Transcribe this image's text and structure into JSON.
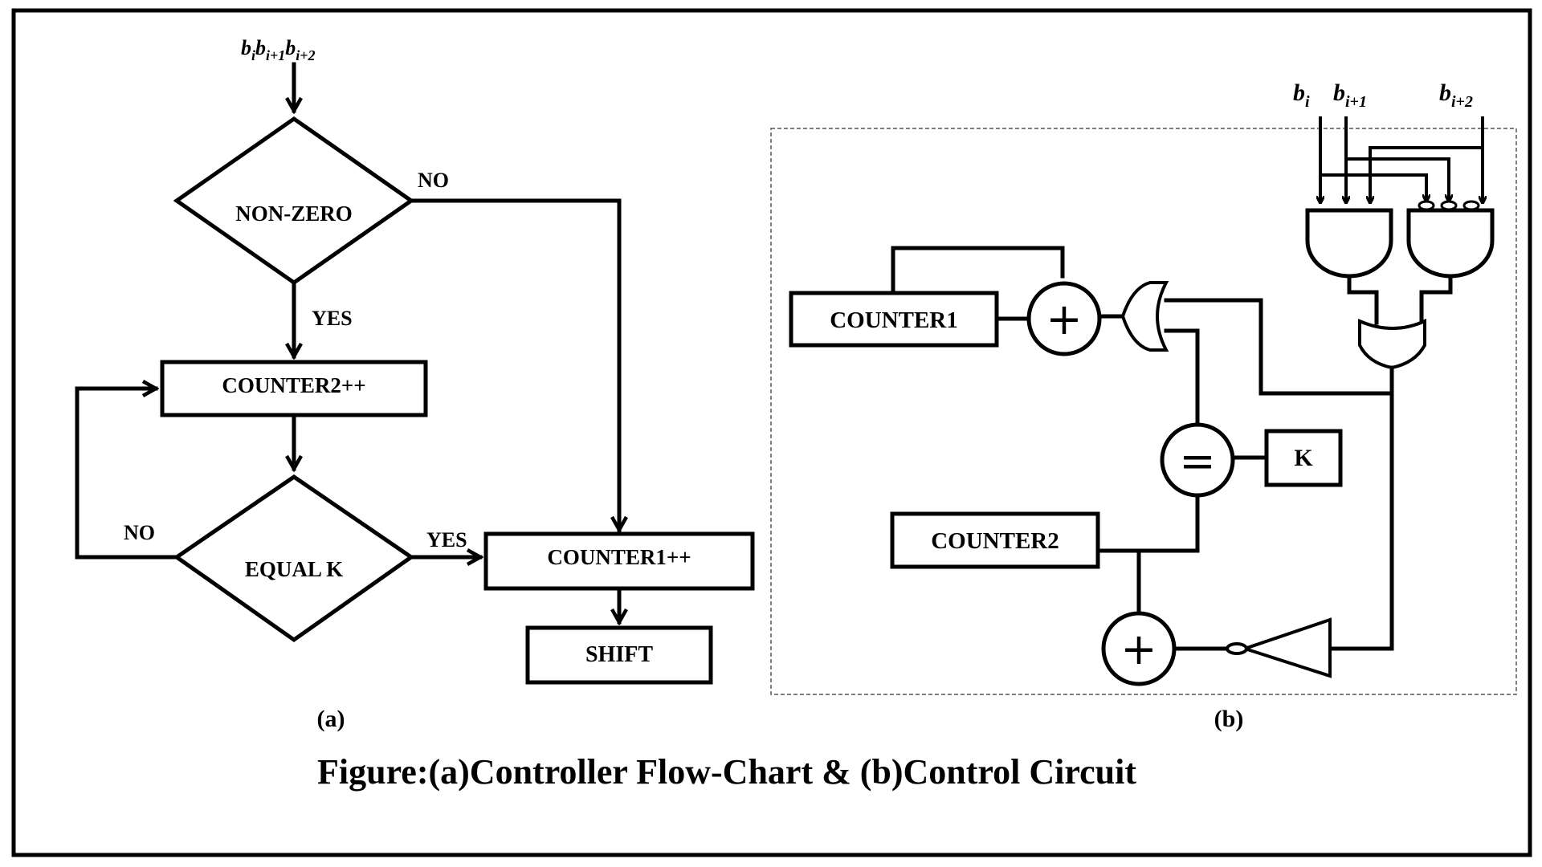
{
  "figure": {
    "caption": "Figure:(a)Controller Flow-Chart & (b)Control Circuit",
    "label_a": "(a)",
    "label_b": "(b)"
  },
  "flowchart": {
    "input_label": "b_i b_{i+1} b_{i+2}",
    "input_b": "b",
    "input_sub_i": "i",
    "input_sub_i1": "i+1",
    "input_sub_i2": "i+2",
    "decision_nonzero": "NON-ZERO",
    "nonzero_no": "NO",
    "nonzero_yes": "YES",
    "process_counter2": "COUNTER2++",
    "decision_equal": "EQUAL K",
    "equal_no": "NO",
    "equal_yes": "YES",
    "process_counter1": "COUNTER1++",
    "process_shift": "SHIFT"
  },
  "circuit": {
    "counter1": "COUNTER1",
    "counter2": "COUNTER2",
    "k": "K",
    "adder_symbol": "+",
    "compare_symbol": "=",
    "input_b": "b",
    "input_sub_i": "i",
    "input_sub_i1": "i+1",
    "input_sub_i2": "i+2"
  }
}
